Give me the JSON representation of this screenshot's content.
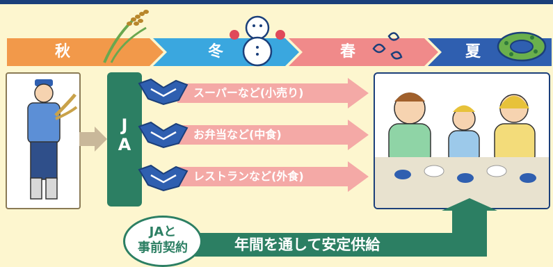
{
  "seasons": [
    {
      "label": "秋",
      "color": "#f2994a"
    },
    {
      "label": "冬",
      "color": "#3aa7df"
    },
    {
      "label": "春",
      "color": "#f08a8a"
    },
    {
      "label": "夏",
      "color": "#2f5fb0"
    }
  ],
  "ja": {
    "letter1": "J",
    "letter2": "A"
  },
  "channels": [
    {
      "label": "スーパーなど(小売り)"
    },
    {
      "label": "お弁当など(中食)"
    },
    {
      "label": "レストランなど(外食)"
    }
  ],
  "contract": {
    "line1": "JAと",
    "line2": "事前契約"
  },
  "supply": {
    "label": "年間を通して安定供給"
  },
  "colors": {
    "ja_green": "#2c7f63",
    "arrow_pink": "#f4a9a6",
    "background": "#fdf6cf",
    "navy": "#1b3f7a"
  }
}
